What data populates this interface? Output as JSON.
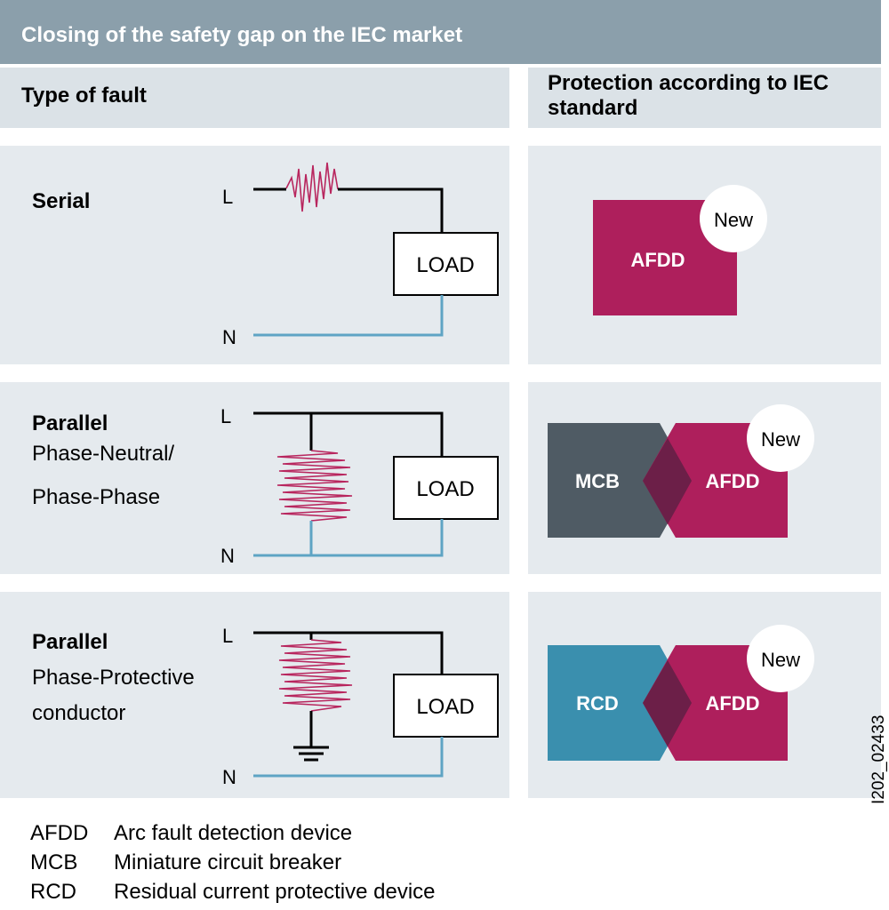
{
  "title": "Closing of the safety gap on the IEC market",
  "headers": {
    "fault": "Type of fault",
    "protection": "Protection according to IEC standard"
  },
  "rows": [
    {
      "title": "Serial",
      "subtitle": "",
      "line_L": "L",
      "line_N": "N",
      "load": "LOAD",
      "devices": [
        "AFDD"
      ],
      "badge": "New"
    },
    {
      "title": "Parallel",
      "subtitle": "Phase-Neutral/ Phase-Phase",
      "subtitle_lines": [
        "Phase-Neutral/",
        "Phase-Phase"
      ],
      "line_L": "L",
      "line_N": "N",
      "load": "LOAD",
      "devices": [
        "MCB",
        "AFDD"
      ],
      "badge": "New"
    },
    {
      "title": "Parallel",
      "subtitle": "Phase-Protective conductor",
      "subtitle_lines": [
        "Phase-Protective",
        "conductor"
      ],
      "line_L": "L",
      "line_N": "N",
      "load": "LOAD",
      "devices": [
        "RCD",
        "AFDD"
      ],
      "badge": "New"
    }
  ],
  "image_id": "I202_02433",
  "legend": [
    {
      "abbr": "AFDD",
      "text": "Arc fault detection device"
    },
    {
      "abbr": "MCB",
      "text": "Miniature circuit breaker"
    },
    {
      "abbr": "RCD",
      "text": "Residual current protective device"
    }
  ],
  "colors": {
    "title_bg": "#8b9fab",
    "panel_bg": "#e5eaee",
    "afdd": "#ae1f5c",
    "mcb": "#4f5b64",
    "rcd": "#3a8fae",
    "overlap": "#6c1f48",
    "neutral_wire": "#5ea4c4",
    "arc": "#b8265e"
  }
}
